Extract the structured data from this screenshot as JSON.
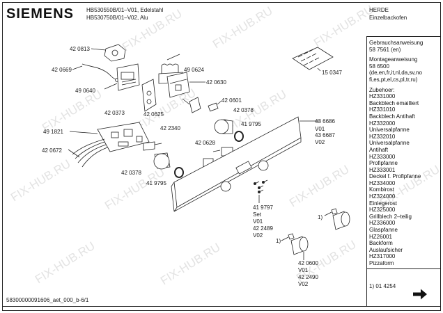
{
  "header": {
    "brand": "SIEMENS",
    "model_line_1": "HB530550B/01–V01, Edelstahl",
    "model_line_2": "HB530750B/01–V02, Alu",
    "category_1": "HERDE",
    "category_2": "Einzelbackofen"
  },
  "watermark": "FIX-HUB.RU",
  "part_numbers": {
    "p420813": "42 0813",
    "p420669": "42 0669",
    "p490640": "49 0640",
    "p490624": "49 0624",
    "p420630": "42 0630",
    "p150347": "15 0347",
    "p420373": "42 0373",
    "p420625": "42 0625",
    "p420601": "42 0601",
    "p420378a": "42 0378",
    "p491821": "49 1821",
    "p422340": "42 2340",
    "p419795a": "41 9795",
    "p436686": "43 6686",
    "v01a": "V01",
    "p436687": "43 6687",
    "v02a": "V02",
    "p420672": "42 0672",
    "p420628": "42 0628",
    "p420378b": "42 0378",
    "p419795b": "41 9795",
    "p419797": "41 9797",
    "set": "Set",
    "v01b": "V01",
    "p422489": "42 2489",
    "v02b": "V02",
    "note1a": "1)",
    "note1b": "1)",
    "p420600": "42 0600",
    "v01c": "V01",
    "p422490": "42 2490",
    "v02c": "V02"
  },
  "sidebar": {
    "lines": [
      "Gebrauchsanweisung",
      "58 7561 (en)",
      "",
      "Montageanweisung",
      "58 6500",
      "(de,en,fr,it,nl,da,sv,no",
      "fi,es,pt,el,cs,pl,tr,ru)",
      "",
      "Zubehoer:",
      "HZ331000",
      "Backblech emailliert",
      "HZ331010",
      "Backblech Antihaft",
      "HZ332000",
      "Universalpfanne",
      "HZ332010",
      "Universalpfanne",
      "Antihaft",
      "HZ333000",
      "Profipfanne",
      "HZ333001",
      "Deckel f. Profipfanne",
      "HZ334000",
      "Kombirost",
      "HZ324000",
      "Einlegerost",
      "HZ325000",
      "Grillblech 2–teilig",
      "HZ336000",
      "Glaspfanne",
      "HZ26001",
      "Backform",
      "Auslaufsicher",
      "HZ317000",
      "Pizzaform"
    ],
    "footnote": "1) 01 4254",
    "next_arrow": "arrow-right"
  },
  "footer": {
    "doc_id": "58300000091606_aet_000_b-6/1"
  }
}
